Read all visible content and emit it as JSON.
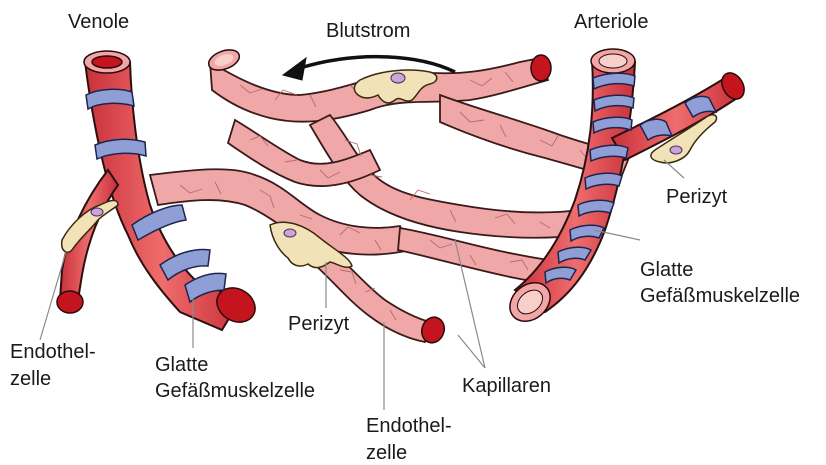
{
  "labels": {
    "venole": "Venole",
    "blutstrom": "Blutstrom",
    "arteriole": "Arteriole",
    "perizyt_right": "Perizyt",
    "glatte_right_1": "Glatte",
    "glatte_right_2": "Gefäßmuskelzelle",
    "endothel_left_1": "Endothel-",
    "endothel_left_2": "zelle",
    "glatte_left_1": "Glatte",
    "glatte_left_2": "Gefäßmuskelzelle",
    "perizyt_center": "Perizyt",
    "kapillaren": "Kapillaren",
    "endothel_center_1": "Endothel-",
    "endothel_center_2": "zelle"
  },
  "colors": {
    "capillary": "#f0a7a7",
    "vessel": "#e05b5b",
    "smooth_muscle": "#8f9fd6",
    "pericyte": "#f1e2b8",
    "lumen": "#c4141e"
  }
}
